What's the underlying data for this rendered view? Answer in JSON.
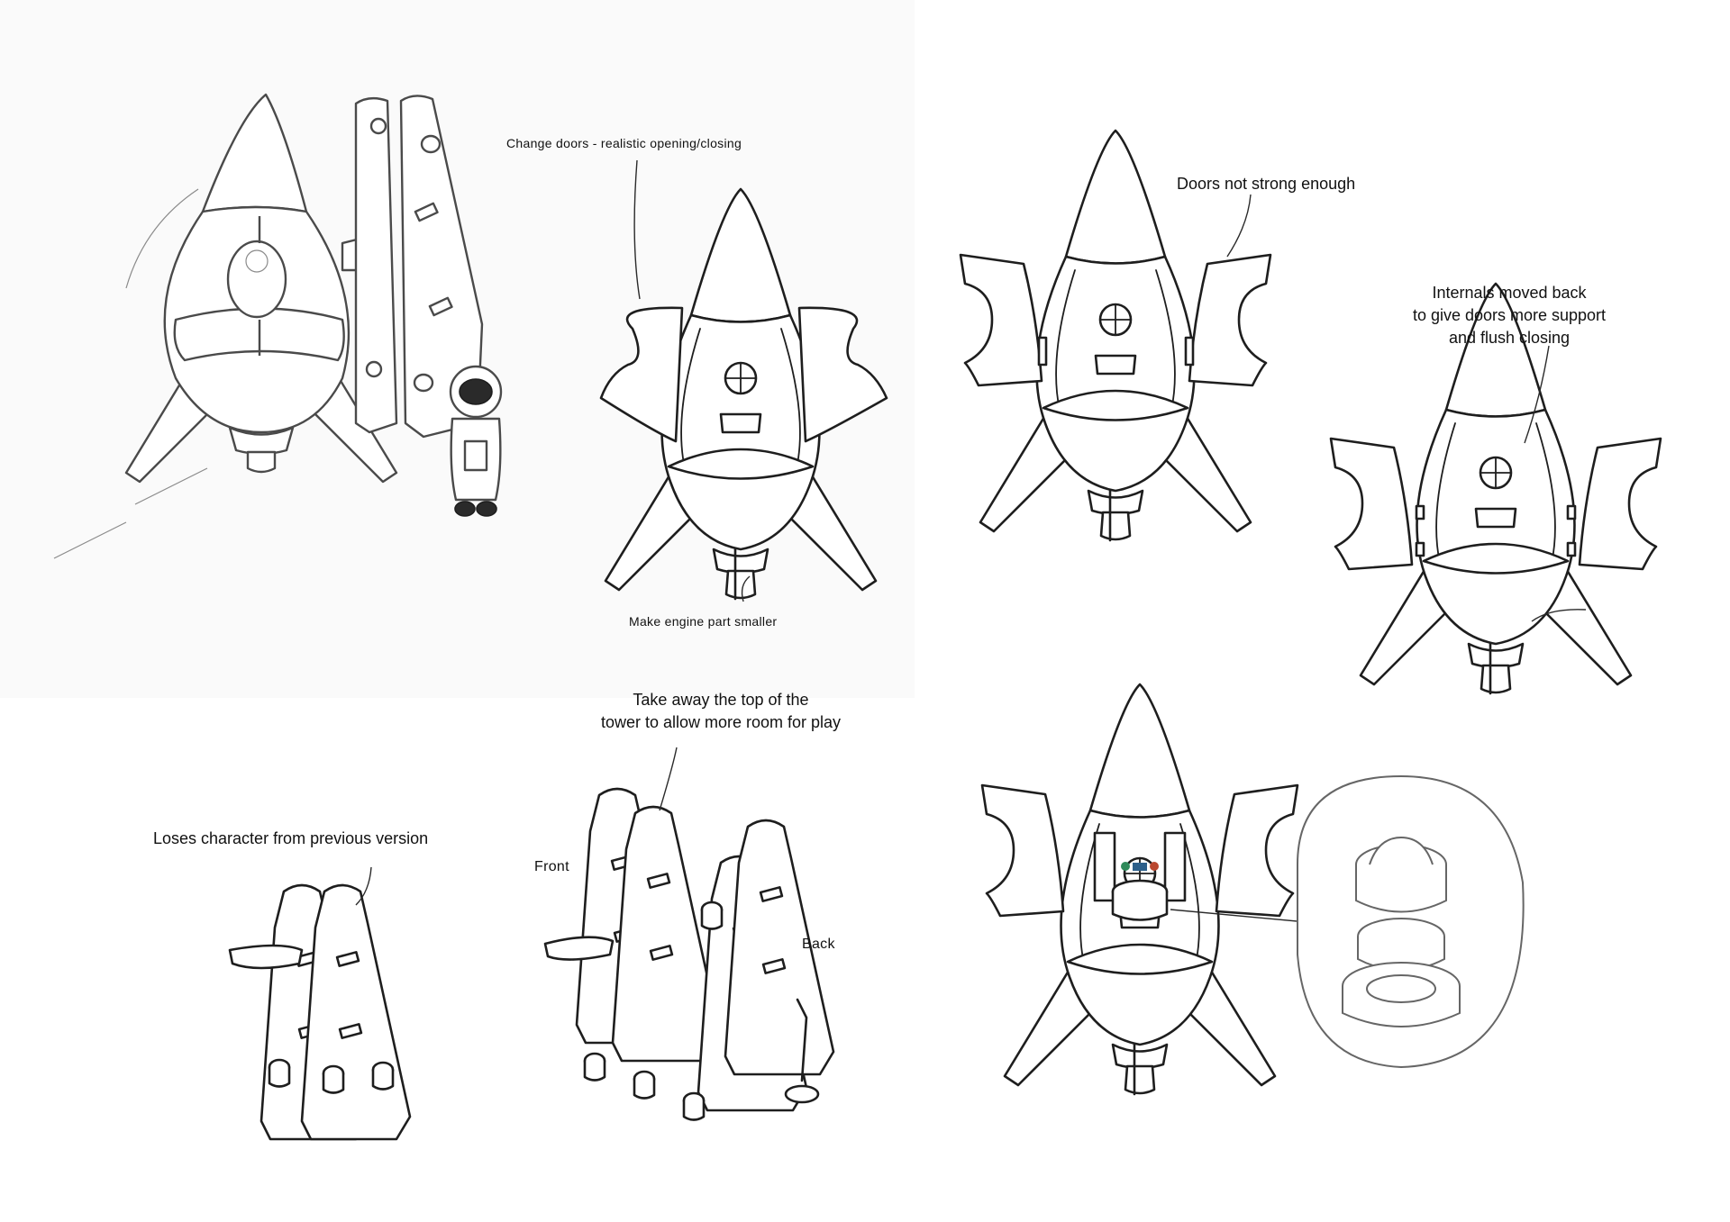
{
  "annotations": {
    "change_doors": "Change doors - realistic opening/closing",
    "engine_smaller": "Make engine part smaller",
    "doors_not_strong": "Doors not strong enough",
    "internals_moved": "Internals moved back\nto give doors more support\nand flush closing",
    "take_away_top": "Take away the top of the\ntower to allow more room for play",
    "loses_character": "Loses character from previous version",
    "front": "Front",
    "back": "Back"
  }
}
